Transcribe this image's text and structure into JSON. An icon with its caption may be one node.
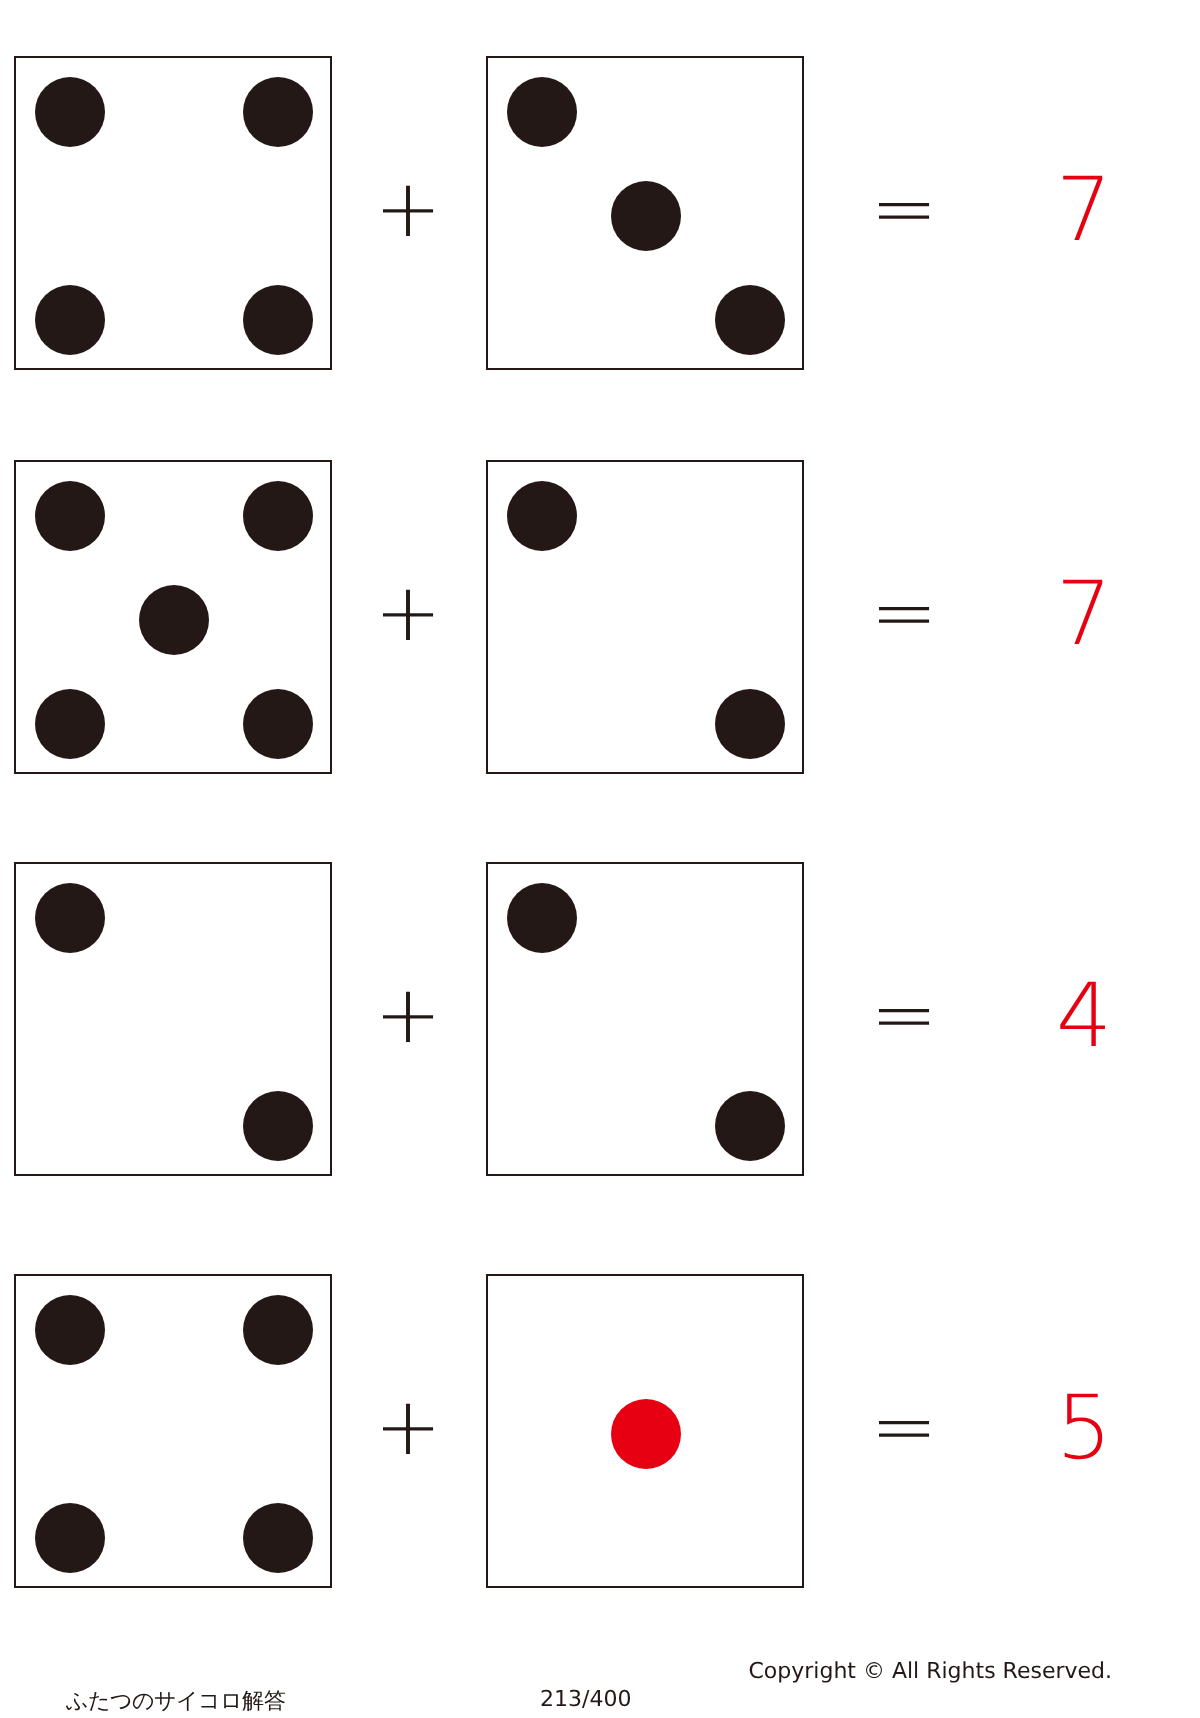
{
  "diagram": {
    "nodes": [
      {
        "text": [],
        "shape": "box"
      },
      {
        "text": [],
        "shape": "box"
      },
      {
        "text": [],
        "shape": "box"
      },
      {
        "text": [],
        "shape": "box"
      },
      {
        "text": [],
        "shape": "box"
      },
      {
        "text": [],
        "shape": "box"
      },
      {
        "text": [],
        "shape": "box"
      },
      {
        "text": [],
        "shape": "box"
      }
    ],
    "labels": [
      "+",
      "=",
      "7",
      "+",
      "=",
      "7",
      "+",
      "=",
      "4",
      "+",
      "=",
      "5",
      "Copyright © All Rights Reserved.",
      "ふたつのサイコロ解答",
      "213/400"
    ]
  }
}
